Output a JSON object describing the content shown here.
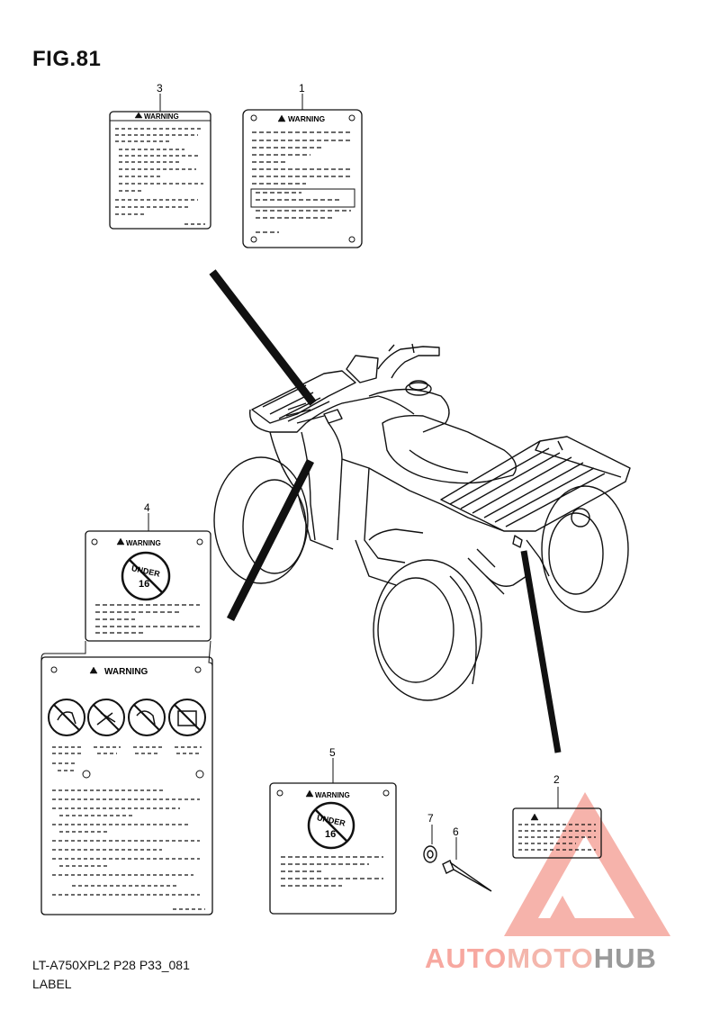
{
  "figure": {
    "title": "FIG.81"
  },
  "callouts": [
    "1",
    "2",
    "3",
    "4",
    "5",
    "6",
    "7"
  ],
  "labels": {
    "warning": "WARNING",
    "under": "UNDER",
    "age": "16"
  },
  "footer": {
    "code": "LT-A750XPL2 P28 P33_081",
    "name": "LABEL"
  },
  "watermark": {
    "part1": "AUTO",
    "part2": "MOTO",
    "part3": "HUB"
  },
  "colors": {
    "watermark_red": "#f39a90",
    "watermark_grey": "#9a9a9a",
    "line": "#111111"
  }
}
